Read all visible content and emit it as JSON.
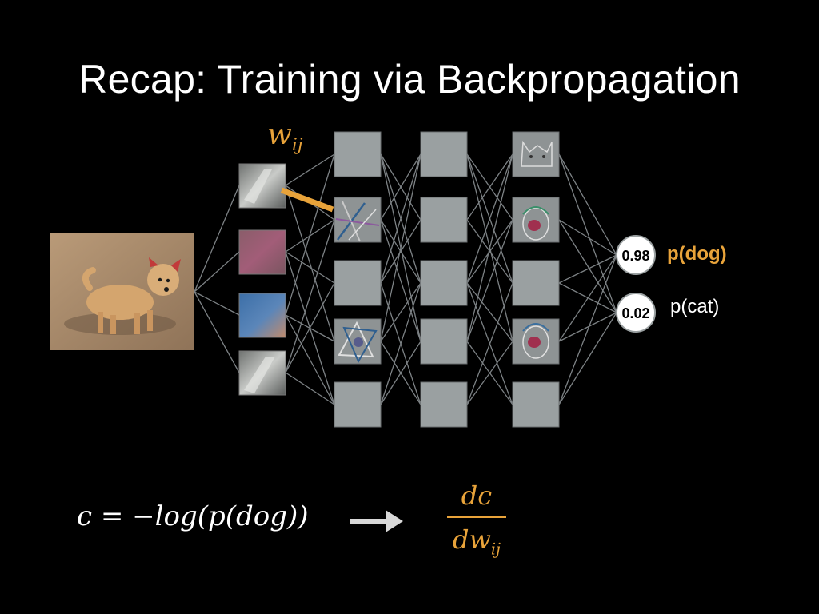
{
  "slide": {
    "title": "Recap: Training via Backpropagation"
  },
  "network": {
    "weight_label": {
      "base": "w",
      "sub": "ij"
    },
    "outputs": [
      {
        "value": "0.98",
        "label": "p(dog)",
        "highlight": true
      },
      {
        "value": "0.02",
        "label": "p(cat)",
        "highlight": false
      }
    ]
  },
  "formula": {
    "cost": "c = −log(p(dog))",
    "gradient_numerator": "dc",
    "gradient_denominator_base": "dw",
    "gradient_denominator_sub": "ij"
  },
  "colors": {
    "accent": "#e8a33a",
    "node_fill": "#9aa0a1",
    "edge": "#7d8285",
    "background": "#000000"
  }
}
